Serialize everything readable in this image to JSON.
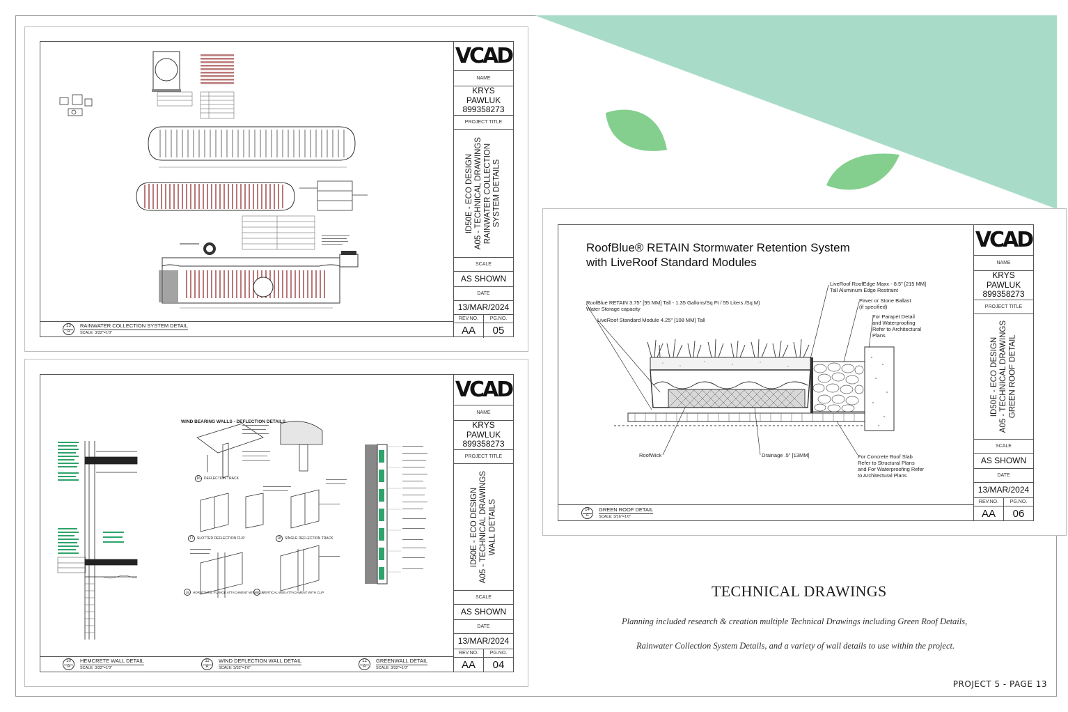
{
  "colors": {
    "mint": "#a9dcc8",
    "leaf": "#84cf8d",
    "line": "#555555",
    "brick": "#b97878",
    "green_notes": "#2ea36b"
  },
  "sheets": {
    "rainwater": {
      "logo": "VCAD",
      "name_label": "NAME",
      "name": "KRYS PAWLUK",
      "id": "899358273",
      "project_label": "PROJECT TITLE",
      "project_title": "ID50E - ECO DESIGN\nA05 - TECHNICAL DRAWINGS\nRAINWATER COLLECTION\nSYSTEM DETAILS",
      "scale_label": "SCALE",
      "scale": "AS SHOWN",
      "date_label": "DATE",
      "date": "13/MAR/2024",
      "rev_label": "REV.NO.",
      "pg_label": "PG.NO.",
      "rev": "AA",
      "page": "05",
      "drawings": [
        {
          "num": "13",
          "sheet": "A",
          "title": "RAINWATER COLLECTION SYSTEM DETAIL",
          "scale": "SCALE: 3/32\"=1'0\""
        }
      ]
    },
    "walls": {
      "logo": "VCAD",
      "name_label": "NAME",
      "name": "KRYS PAWLUK",
      "id": "899358273",
      "project_label": "PROJECT TITLE",
      "project_title": "ID50E - ECO DESIGN\nA05 - TECHNICAL DRAWINGS\nWALL DETAILS",
      "scale_label": "SCALE",
      "scale": "AS SHOWN",
      "date_label": "DATE",
      "date": "13/MAR/2024",
      "rev_label": "REV.NO.",
      "pg_label": "PG.NO.",
      "rev": "AA",
      "page": "04",
      "inner_heading": "WIND BEARING WALLS - DEFLECTION DETAILS",
      "sub_details": [
        {
          "num": "16",
          "label": "DEFLECTION TRACK"
        },
        {
          "num": "17",
          "label": "SLOTTED DEFLECTION CLIP"
        },
        {
          "num": "18",
          "label": "SINGLE DEFLECTION TRACK"
        },
        {
          "num": "19",
          "label": "HORIZONTAL FLANGE ATTACHMENT WITH CLIP"
        },
        {
          "num": "20",
          "label": "VERTICAL WEB ATTACHMENT WITH CLIP"
        }
      ],
      "drawings": [
        {
          "num": "10",
          "sheet": "A",
          "title": "HEMCRETE WALL DETAIL",
          "scale": "SCALE: 3/32\"=1'0\""
        },
        {
          "num": "11",
          "sheet": "A",
          "title": "WIND DEFLECTION WALL DETAIL",
          "scale": "SCALE: 3/32\"=1'0\""
        },
        {
          "num": "12",
          "sheet": "A",
          "title": "GREENWALL DETAIL",
          "scale": "SCALE: 3/32\"=1'0\""
        }
      ]
    },
    "green_roof": {
      "logo": "VCAD",
      "name_label": "NAME",
      "name": "KRYS PAWLUK",
      "id": "899358273",
      "project_label": "PROJECT TITLE",
      "project_title": "ID50E - ECO DESIGN\nA05 - TECHNICAL DRAWINGS\nGREEN ROOF DETAIL",
      "scale_label": "SCALE",
      "scale": "AS SHOWN",
      "date_label": "DATE",
      "date": "13/MAR/2024",
      "rev_label": "REV.NO.",
      "pg_label": "PG.NO.",
      "rev": "AA",
      "page": "06",
      "heading_line1": "RoofBlue® RETAIN Stormwater Retention System",
      "heading_line2": "with LiveRoof Standard Modules",
      "callouts": {
        "edge": "LiveRoof RoofEdge Maxx - 8.5\" [215 MM]\nTall Aluminum Edge Restraint",
        "retain": "RoofBlue RETAIN 3.75\" [95 MM] Tall - 1.35 Gallons/Sq Ft / 55 Liters /Sq M)\nWater Storage capacity",
        "paver": "Paver or Stone Ballast\n(if specified)",
        "module": "LiveRoof Standard Module 4.25\"  [108 MM] Tall",
        "parapet": "For Parapet Detail\nand Waterproofing\nRefer to Architectural\nPlans",
        "roofwick": "RoofWick",
        "drainage": "Drainage .5\" [13MM]",
        "slab": "For Concrete Roof Slab\nRefer to Structural Plans\nand For Waterproofing Refer\nto Architectural Plans"
      },
      "drawings": [
        {
          "num": "14",
          "sheet": "A",
          "title": "GREEN ROOF DETAIL",
          "scale": "SCALE: 3/16\"=1'0\""
        }
      ]
    }
  },
  "main_title": "TECHNICAL DRAWINGS",
  "description_line1": "Planning included research & creation multiple Technical Drawings including Green Roof Details,",
  "description_line2": "Rainwater Collection System Details, and a variety of wall details to use within the project.",
  "footer": "PROJECT 5 - PAGE 13"
}
